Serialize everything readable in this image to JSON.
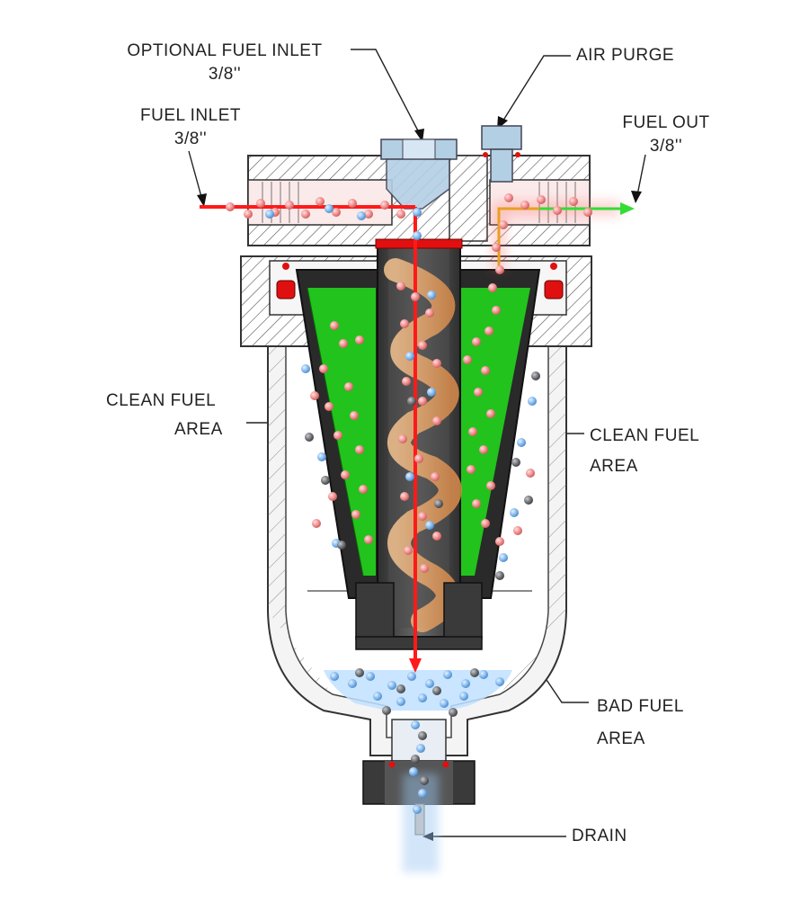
{
  "colors": {
    "clean_fuel": "#22c31c",
    "flow_in": "#ff0000",
    "flow_out": "#33dd33",
    "particle_clean": "#f08a8a",
    "particle_water": "#7fb6ee",
    "particle_dirt": "#6d6f73",
    "bad_fuel_water": "#bfe0ff",
    "housing_dark": "#3a3a3a",
    "fitting_blue": "#b3cfe4"
  },
  "labels": {
    "optional_inlet": {
      "line1": "OPTIONAL FUEL INLET",
      "line2": "3/8''"
    },
    "air_purge": "AIR PURGE",
    "fuel_inlet": {
      "line1": "FUEL INLET",
      "line2": "3/8''"
    },
    "fuel_out": {
      "line1": "FUEL OUT",
      "line2": "3/8''"
    },
    "clean_fuel_left": {
      "line1": "CLEAN FUEL",
      "line2": "AREA"
    },
    "clean_fuel_right": {
      "line1": "CLEAN FUEL",
      "line2": "AREA"
    },
    "bad_fuel": {
      "line1": "BAD FUEL",
      "line2": "AREA"
    },
    "drain": "DRAIN"
  }
}
